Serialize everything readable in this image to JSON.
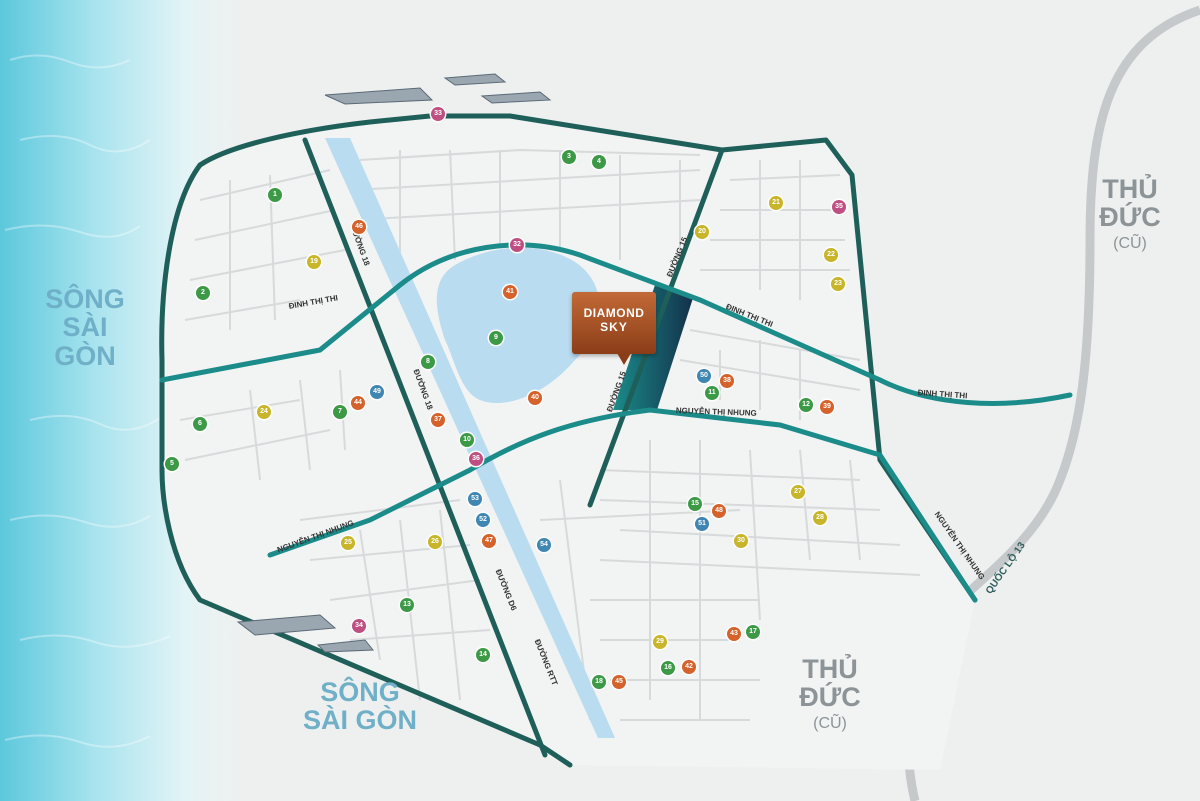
{
  "map": {
    "rivers": [
      "SÔNG\nSÀI GÒN",
      "SÔNG\nSÀI GÒN"
    ],
    "district_east": {
      "name": "THỦ\nĐỨC",
      "sub": "(CŨ)"
    },
    "district_south": {
      "name": "THỦ\nĐỨC",
      "sub": "(CŨ)"
    },
    "project": {
      "line1": "DIAMOND",
      "line2": "SKY"
    },
    "streets": {
      "dinh_thi_thi_w": "ĐINH THỊ THI",
      "dinh_thi_thi_c": "ĐINH THỊ THI",
      "dinh_thi_thi_e": "ĐINH THỊ THI",
      "nguyen_thi_nhung_w": "NGUYỄN THỊ NHUNG",
      "nguyen_thi_nhung_c": "NGUYỄN THỊ NHUNG",
      "nguyen_thi_nhung_e": "NGUYỄN THỊ NHUNG",
      "duong_18_n": "ĐƯỜNG 18",
      "duong_18_s": "ĐƯỜNG 18",
      "duong_15_n": "ĐƯỜNG 15",
      "duong_15_s": "ĐƯỜNG 15",
      "duong_d6": "ĐƯỜNG D6",
      "duong_rt": "ĐƯỜNG RTT",
      "quoc_lo_13": "QUỐC LỘ 13"
    },
    "colors": {
      "river": "#7fd0e0",
      "ring_road": "#1f5f5a",
      "highlight_road": "#1b8c8a",
      "canal": "#b9dcf0"
    },
    "pois": [
      {
        "n": "1",
        "c": "green"
      },
      {
        "n": "2",
        "c": "green"
      },
      {
        "n": "3",
        "c": "green"
      },
      {
        "n": "4",
        "c": "green"
      },
      {
        "n": "5",
        "c": "green"
      },
      {
        "n": "6",
        "c": "green"
      },
      {
        "n": "7",
        "c": "green"
      },
      {
        "n": "8",
        "c": "green"
      },
      {
        "n": "9",
        "c": "green"
      },
      {
        "n": "10",
        "c": "green"
      },
      {
        "n": "11",
        "c": "green"
      },
      {
        "n": "12",
        "c": "green"
      },
      {
        "n": "13",
        "c": "green"
      },
      {
        "n": "14",
        "c": "green"
      },
      {
        "n": "15",
        "c": "green"
      },
      {
        "n": "16",
        "c": "green"
      },
      {
        "n": "17",
        "c": "green"
      },
      {
        "n": "18",
        "c": "green"
      },
      {
        "n": "19",
        "c": "yellow"
      },
      {
        "n": "20",
        "c": "yellow"
      },
      {
        "n": "21",
        "c": "yellow"
      },
      {
        "n": "22",
        "c": "yellow"
      },
      {
        "n": "23",
        "c": "yellow"
      },
      {
        "n": "24",
        "c": "yellow"
      },
      {
        "n": "25",
        "c": "yellow"
      },
      {
        "n": "26",
        "c": "yellow"
      },
      {
        "n": "27",
        "c": "yellow"
      },
      {
        "n": "28",
        "c": "yellow"
      },
      {
        "n": "29",
        "c": "yellow"
      },
      {
        "n": "30",
        "c": "yellow"
      },
      {
        "n": "32",
        "c": "pink"
      },
      {
        "n": "33",
        "c": "pink"
      },
      {
        "n": "34",
        "c": "pink"
      },
      {
        "n": "35",
        "c": "pink"
      },
      {
        "n": "36",
        "c": "pink"
      },
      {
        "n": "37",
        "c": "orange"
      },
      {
        "n": "38",
        "c": "orange"
      },
      {
        "n": "39",
        "c": "orange"
      },
      {
        "n": "40",
        "c": "orange"
      },
      {
        "n": "41",
        "c": "orange"
      },
      {
        "n": "42",
        "c": "orange"
      },
      {
        "n": "43",
        "c": "orange"
      },
      {
        "n": "44",
        "c": "orange"
      },
      {
        "n": "45",
        "c": "orange"
      },
      {
        "n": "46",
        "c": "orange"
      },
      {
        "n": "47",
        "c": "orange"
      },
      {
        "n": "48",
        "c": "orange"
      },
      {
        "n": "49",
        "c": "blue"
      },
      {
        "n": "50",
        "c": "blue"
      },
      {
        "n": "51",
        "c": "blue"
      },
      {
        "n": "52",
        "c": "blue"
      },
      {
        "n": "53",
        "c": "blue"
      },
      {
        "n": "54",
        "c": "blue"
      }
    ]
  }
}
